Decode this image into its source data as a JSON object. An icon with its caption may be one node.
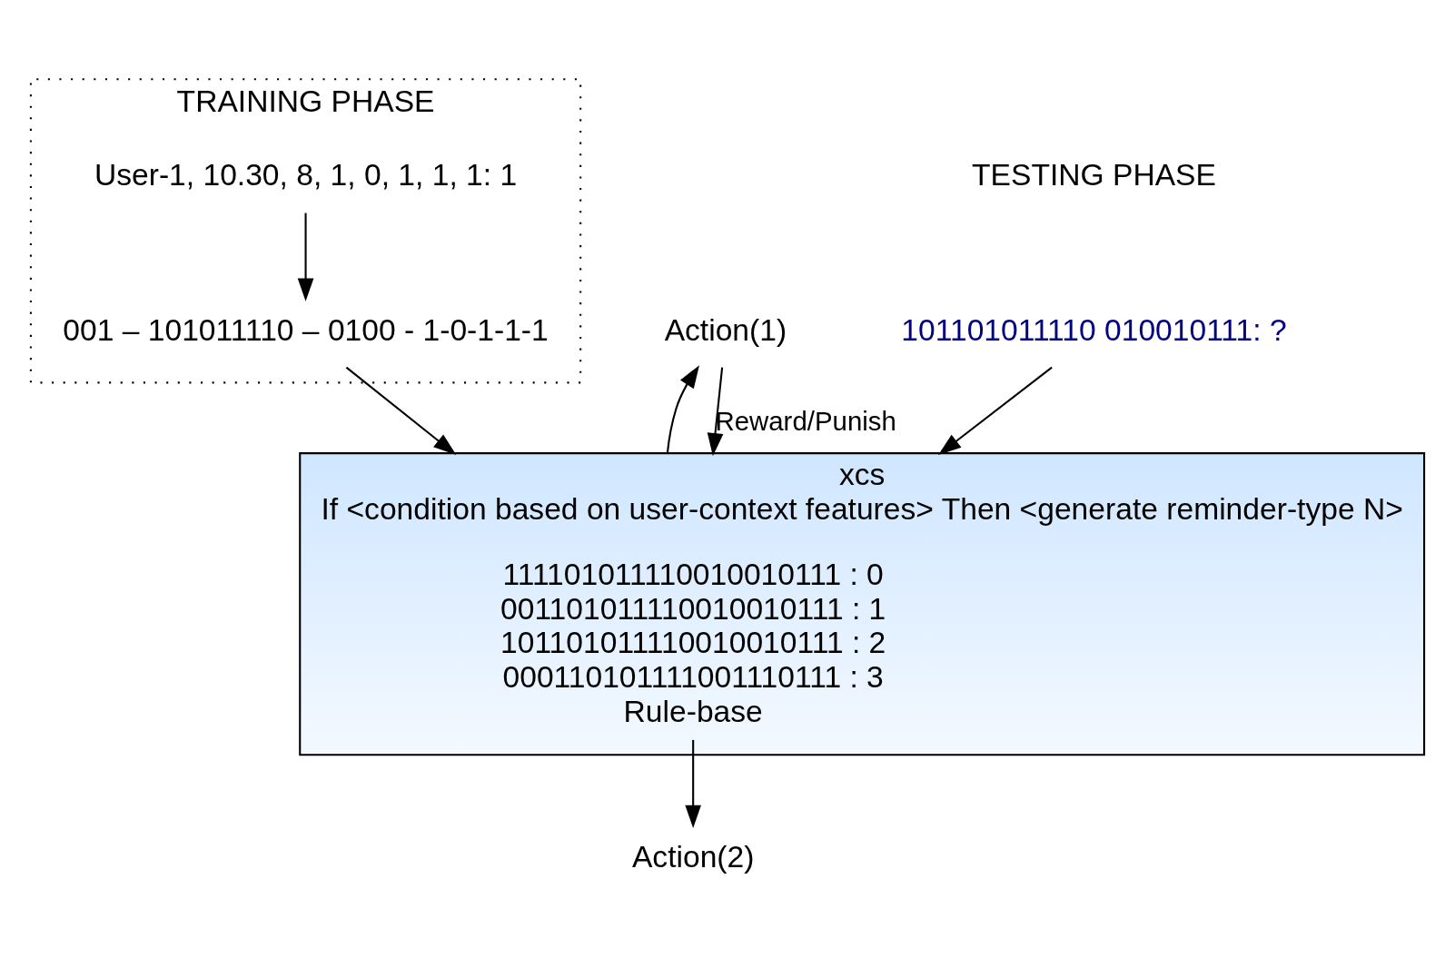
{
  "diagram": {
    "nodes": [
      {
        "text": [
          "TRAINING PHASE"
        ]
      },
      {
        "text": [
          "User-1, 10.30, 8, 1, 0, 1, 1, 1: 1"
        ],
        "in": 0
      },
      {
        "text": [
          "001 – 101011110 – 0100 - 1-0-1-1-1"
        ],
        "in": 0
      },
      {
        "text": [
          "xcs",
          "If <condition based on user-context features> Then <generate reminder-type N>"
        ]
      },
      {
        "text": [
          "111101011110010010111 : 0",
          "001101011110010010111 : 1",
          "101101011110010010111 : 2",
          "000110101111001110111 : 3",
          "Rule-base"
        ],
        "in": 3
      },
      {
        "text": [
          "101101011110 010010111: ?"
        ]
      },
      {
        "text": [
          "Action(2)"
        ]
      },
      {
        "text": [
          "Action(1)"
        ]
      }
    ],
    "edges": [
      {
        "from": 1,
        "to": 2,
        "arrow": "to"
      },
      {
        "from": 2,
        "to": 3,
        "arrow": "to"
      },
      {
        "from": 5,
        "to": 3,
        "arrow": "to"
      },
      {
        "from": 4,
        "to": 6,
        "arrow": "to"
      },
      {
        "from": 3,
        "to": 7,
        "arrow": "to"
      },
      {
        "from": 7,
        "to": 3,
        "arrow": "to",
        "label": "Reward/Punish"
      }
    ],
    "labels": [
      "TESTING PHASE"
    ]
  }
}
